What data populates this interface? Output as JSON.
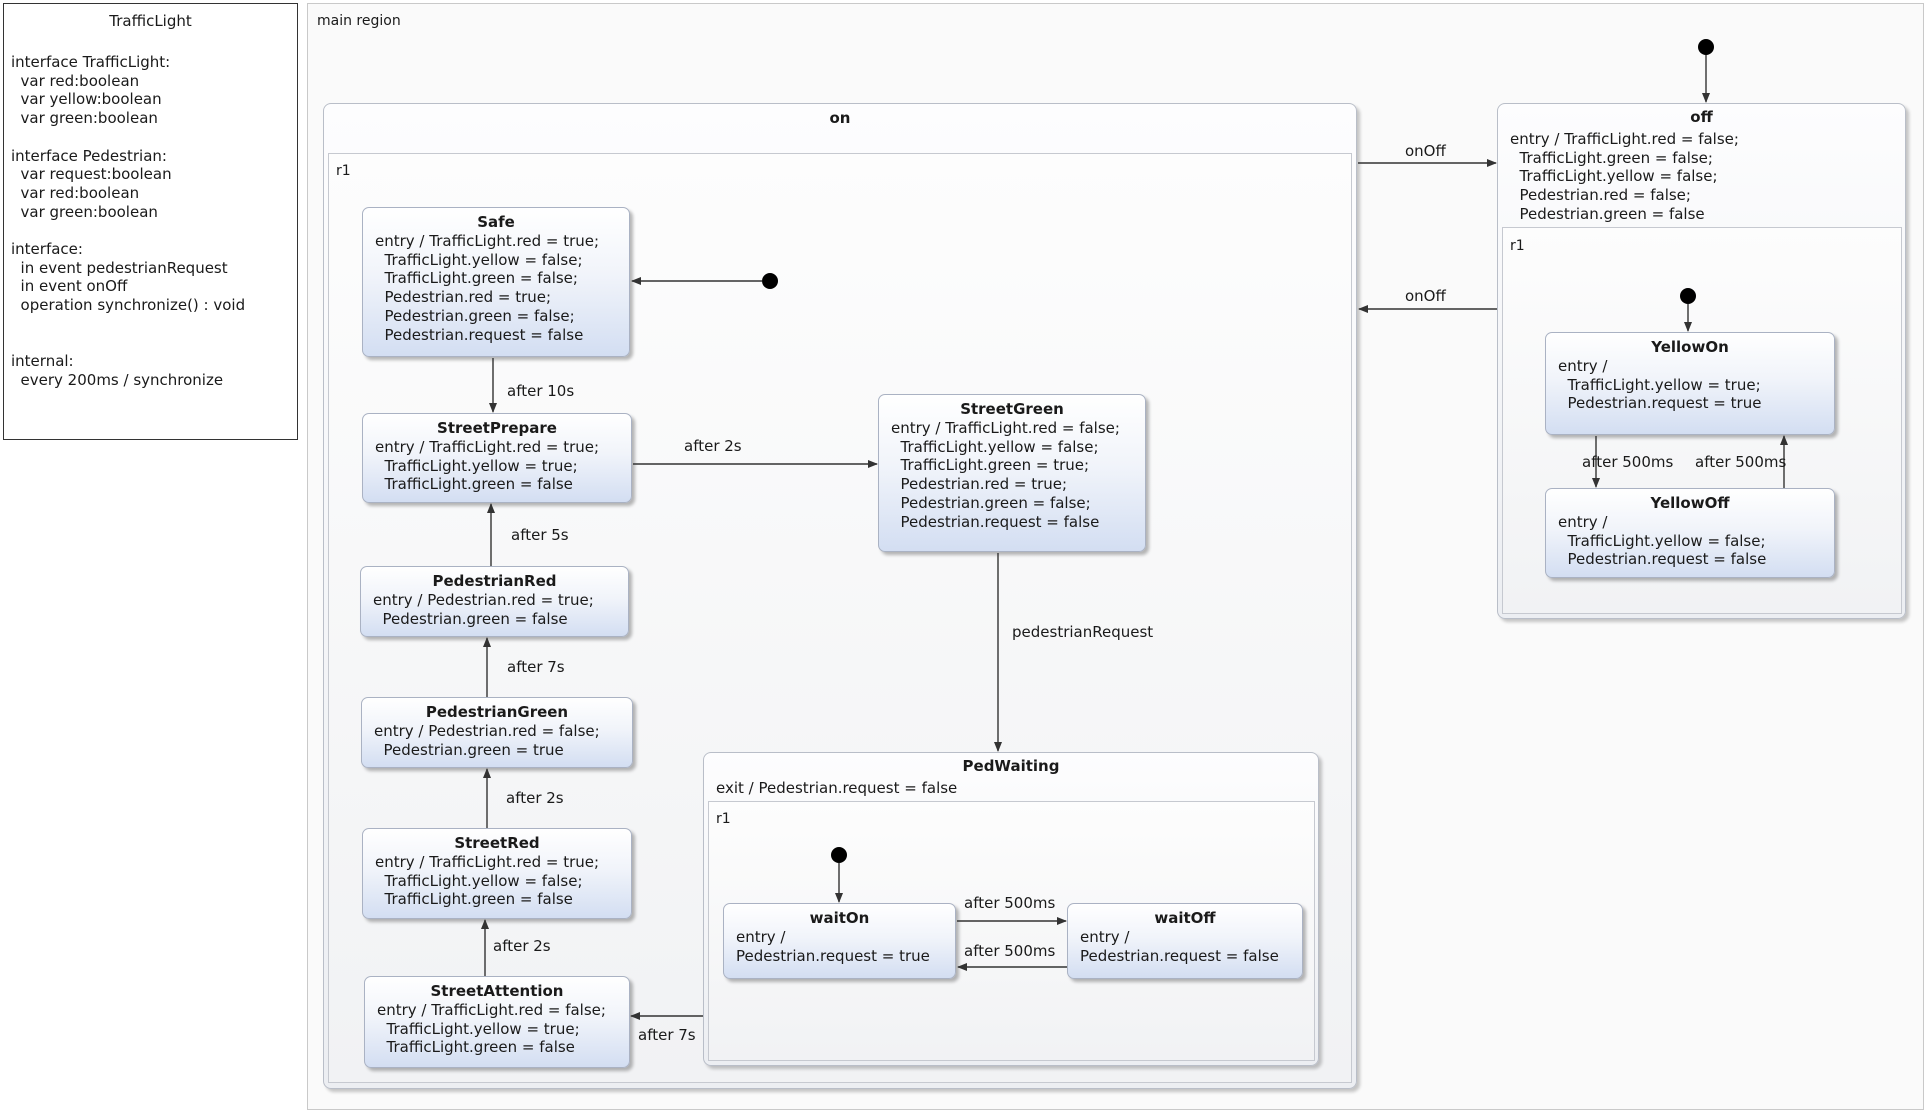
{
  "definition_panel": {
    "title": "TrafficLight",
    "text": "interface TrafficLight:\n  var red:boolean\n  var yellow:boolean\n  var green:boolean\n\ninterface Pedestrian:\n  var request:boolean\n  var red:boolean\n  var green:boolean\n\ninterface:\n  in event pedestrianRequest\n  in event onOff\n  operation synchronize() : void\n\n\ninternal:\n  every 200ms / synchronize"
  },
  "main_region": {
    "label": "main region"
  },
  "on_state": {
    "name": "on",
    "region_label": "r1"
  },
  "off_state": {
    "name": "off",
    "entry": "entry / TrafficLight.red = false;\n  TrafficLight.green = false;\n  TrafficLight.yellow = false;\n  Pedestrian.red = false;\n  Pedestrian.green = false",
    "region_label": "r1"
  },
  "ped_waiting": {
    "name": "PedWaiting",
    "exit": "exit / Pedestrian.request = false",
    "region_label": "r1"
  },
  "states": {
    "safe": {
      "name": "Safe",
      "body": "entry / TrafficLight.red = true;\n  TrafficLight.yellow = false;\n  TrafficLight.green = false;\n  Pedestrian.red = true;\n  Pedestrian.green = false;\n  Pedestrian.request = false"
    },
    "street_prepare": {
      "name": "StreetPrepare",
      "body": "entry / TrafficLight.red = true;\n  TrafficLight.yellow = true;\n  TrafficLight.green = false"
    },
    "pedestrian_red": {
      "name": "PedestrianRed",
      "body": "entry / Pedestrian.red = true;\n  Pedestrian.green = false"
    },
    "pedestrian_green": {
      "name": "PedestrianGreen",
      "body": "entry / Pedestrian.red = false;\n  Pedestrian.green = true"
    },
    "street_red": {
      "name": "StreetRed",
      "body": "entry / TrafficLight.red = true;\n  TrafficLight.yellow = false;\n  TrafficLight.green = false"
    },
    "street_attention": {
      "name": "StreetAttention",
      "body": "entry / TrafficLight.red = false;\n  TrafficLight.yellow = true;\n  TrafficLight.green = false"
    },
    "street_green": {
      "name": "StreetGreen",
      "body": "entry / TrafficLight.red = false;\n  TrafficLight.yellow = false;\n  TrafficLight.green = true;\n  Pedestrian.red = true;\n  Pedestrian.green = false;\n  Pedestrian.request = false"
    },
    "wait_on": {
      "name": "waitOn",
      "body": "entry /\nPedestrian.request = true"
    },
    "wait_off": {
      "name": "waitOff",
      "body": "entry /\nPedestrian.request = false"
    },
    "yellow_on": {
      "name": "YellowOn",
      "body": "entry /\n  TrafficLight.yellow = true;\n  Pedestrian.request = true"
    },
    "yellow_off": {
      "name": "YellowOff",
      "body": "entry /\n  TrafficLight.yellow = false;\n  Pedestrian.request = false"
    }
  },
  "transitions": {
    "safe_to_prepare": "after 10s",
    "prepare_to_green": "after 2s",
    "pedred_to_prepare": "after 5s",
    "pedgreen_to_pedred": "after 7s",
    "streetred_to_pedgreen": "after 2s",
    "attention_to_streetred": "after 2s",
    "pedwaiting_to_attention": "after 7s",
    "green_to_pedwaiting": "pedestrianRequest",
    "on_to_off": "onOff",
    "off_to_on": "onOff",
    "waiton_to_waitoff": "after 500ms",
    "waitoff_to_waiton": "after 500ms",
    "yellowon_to_yellowoff": "after 500ms",
    "yellowoff_to_yellowon": "after 500ms"
  }
}
